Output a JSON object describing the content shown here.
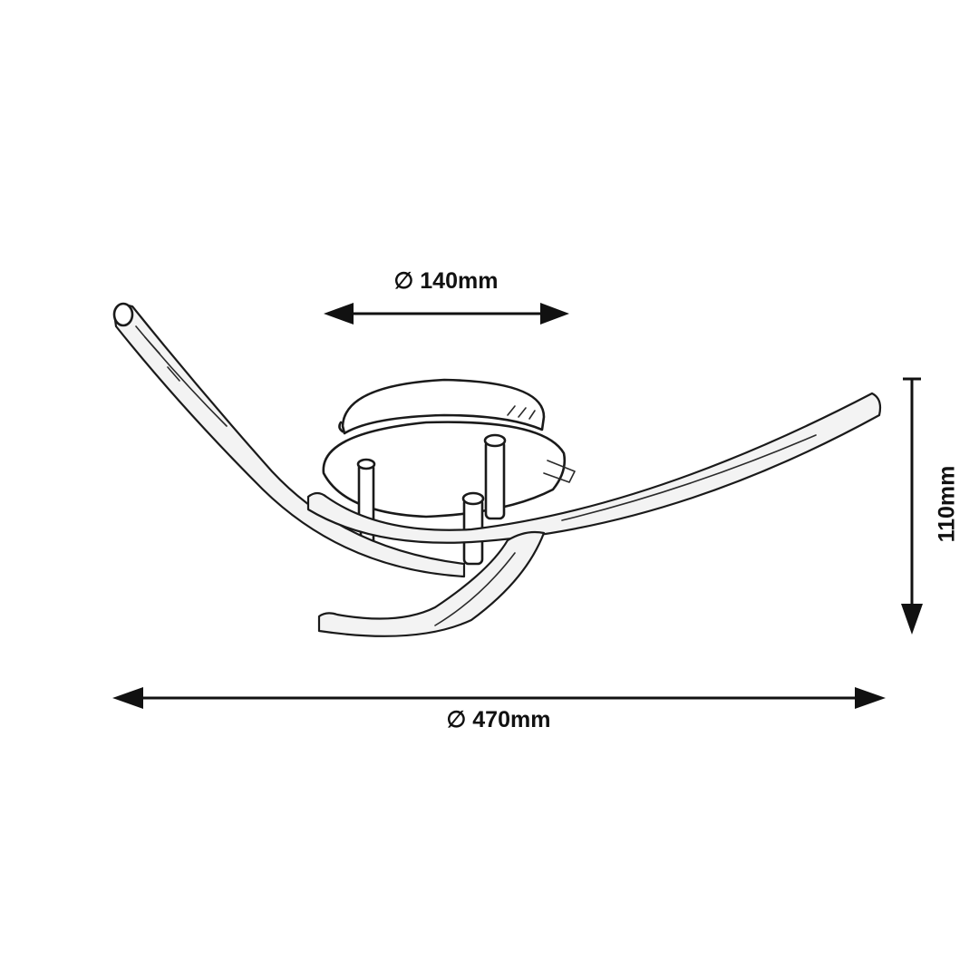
{
  "dimensions": {
    "base_diameter": "∅ 140mm",
    "overall_diameter": "∅ 470mm",
    "height": "110mm"
  }
}
